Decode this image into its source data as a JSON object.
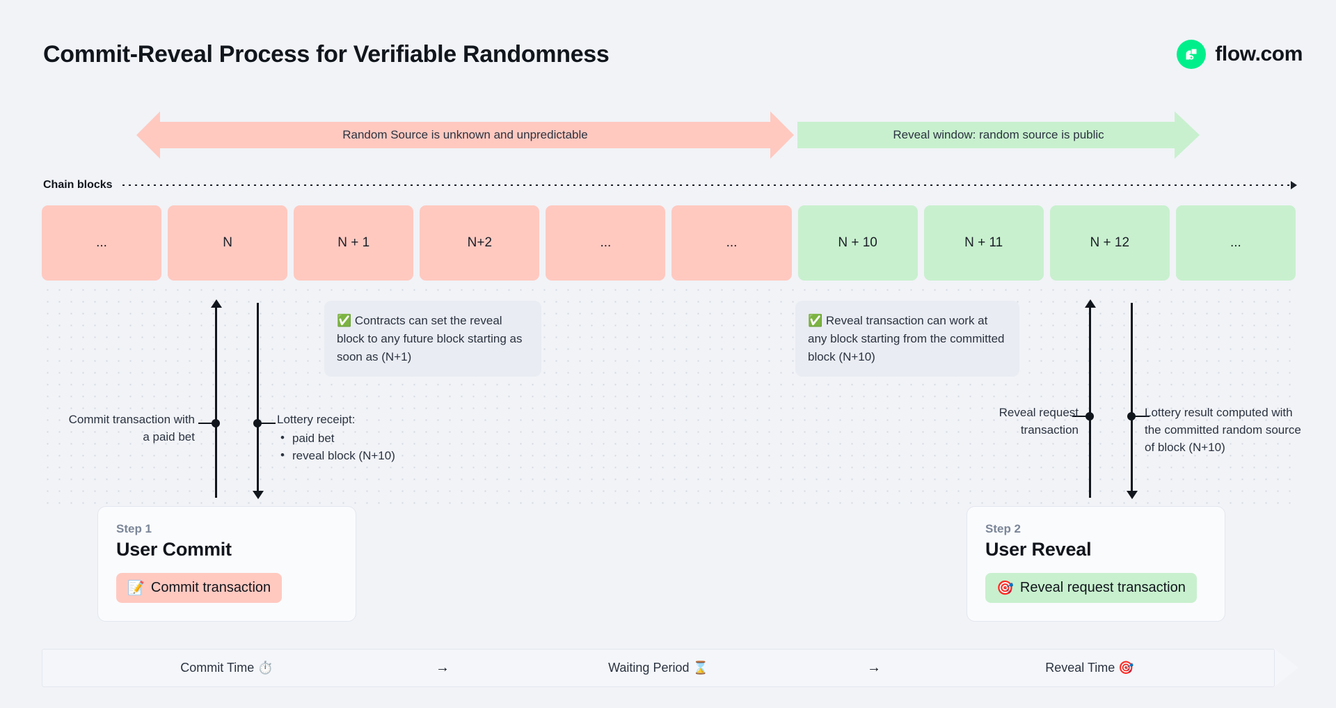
{
  "header": {
    "title": "Commit-Reveal Process for Verifiable Randomness",
    "brand_name": "flow.com",
    "brand_color": "#00ef8b"
  },
  "banners": {
    "unknown": "Random Source is unknown and unpredictable",
    "reveal": "Reveal window: random source is public",
    "unknown_color": "#ffc9c0",
    "reveal_color": "#c8f0ce"
  },
  "chain": {
    "axis_label": "Chain blocks",
    "blocks": [
      {
        "label": "...",
        "tone": "pink"
      },
      {
        "label": "N",
        "tone": "pink"
      },
      {
        "label": "N + 1",
        "tone": "pink"
      },
      {
        "label": "N+2",
        "tone": "pink"
      },
      {
        "label": "...",
        "tone": "pink"
      },
      {
        "label": "...",
        "tone": "pink"
      },
      {
        "label": "N + 10",
        "tone": "green"
      },
      {
        "label": "N + 11",
        "tone": "green"
      },
      {
        "label": "N + 12",
        "tone": "green"
      },
      {
        "label": "...",
        "tone": "green"
      }
    ]
  },
  "callouts": {
    "commit": {
      "check": "✅",
      "text": "Contracts can set the reveal block to any future block starting as soon as (N+1)"
    },
    "reveal": {
      "check": "✅",
      "text": "Reveal transaction can work at any block starting from the committed block (N+10)"
    }
  },
  "annotations": {
    "commit_tx": "Commit transaction with a paid bet",
    "receipt_title": "Lottery receipt:",
    "receipt_items": [
      "paid bet",
      "reveal block (N+10)"
    ],
    "reveal_request": "Reveal request transaction",
    "lottery_result": "Lottery result computed with the committed random source of block (N+10)"
  },
  "steps": [
    {
      "kicker": "Step 1",
      "title": "User Commit",
      "pill_icon": "📝",
      "pill_label": "Commit transaction",
      "pill_color": "#ffc9c0"
    },
    {
      "kicker": "Step 2",
      "title": "User Reveal",
      "pill_icon": "🎯",
      "pill_label": "Reveal request transaction",
      "pill_color": "#c8f0ce"
    }
  ],
  "timeline": {
    "commit": "Commit Time ⏱️",
    "arrow1": "→",
    "waiting": "Waiting Period ⌛",
    "arrow2": "→",
    "reveal": "Reveal Time 🎯"
  }
}
